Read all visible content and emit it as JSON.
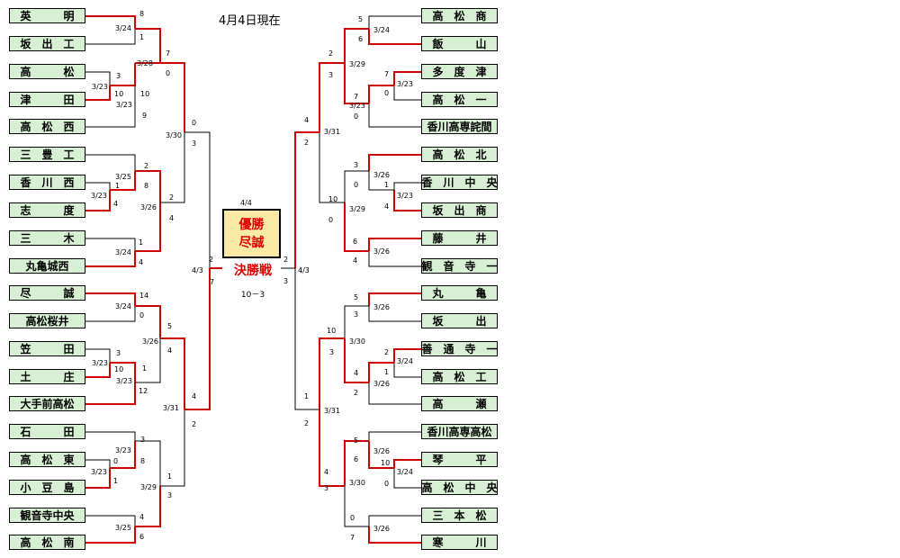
{
  "title": "4月4日現在",
  "champion": {
    "line1": "優勝",
    "line2": "尽誠"
  },
  "final": {
    "label": "決勝戦",
    "score": "10－3",
    "date": "4/4"
  },
  "colors": {
    "winner": "#d00000",
    "loser": "#000000",
    "team_bg": "#d7f0d3",
    "champ_bg": "#fbeaa6"
  },
  "left_teams": [
    "英　　　明",
    "坂　出　工",
    "高　　　松",
    "津　　　田",
    "高　松　西",
    "三　豊　工",
    "香　川　西",
    "志　　　度",
    "三　　　木",
    "丸亀城西",
    "尽　　　誠",
    "高松桜井",
    "笠　　　田",
    "土　　　庄",
    "大手前高松",
    "石　　　田",
    "高　松　東",
    "小　豆　島",
    "観音寺中央",
    "高　松　南"
  ],
  "right_teams": [
    "高　松　商",
    "飯　　　山",
    "多　度　津",
    "高　松　一",
    "香川高専詫間",
    "高　松　北",
    "香　川　中　央",
    "坂　出　商",
    "藤　　　井",
    "観　音　寺　一",
    "丸　　　亀",
    "坂　　　出",
    "善　通　寺　一",
    "高　松　工",
    "高　　　瀬",
    "香川高専高松",
    "琴　　　平",
    "高　松　中　央",
    "三　本　松",
    "寒　　　川"
  ],
  "left_labels": [
    {
      "t": "8",
      "r": "a"
    },
    {
      "t": "3/24",
      "r": "b"
    },
    {
      "t": "1",
      "r": "c"
    },
    {
      "t": "3",
      "r": "d"
    },
    {
      "t": "3/23",
      "r": "e"
    },
    {
      "t": "10",
      "r": "f"
    },
    {
      "t": "10",
      "r": "g"
    },
    {
      "t": "3/23",
      "r": "h"
    },
    {
      "t": "9",
      "r": "i"
    },
    {
      "t": "7",
      "r": "j"
    },
    {
      "t": "3/28",
      "r": "k"
    },
    {
      "t": "0",
      "r": "l"
    },
    {
      "t": "0",
      "r": "m"
    },
    {
      "t": "3/30",
      "r": "n"
    },
    {
      "t": "3",
      "r": "o"
    },
    {
      "t": "2",
      "r": "p"
    },
    {
      "t": "3/25",
      "r": "q"
    },
    {
      "t": "8",
      "r": "r"
    },
    {
      "t": "1",
      "r": "s"
    },
    {
      "t": "3/23",
      "r": "t"
    },
    {
      "t": "4",
      "r": "u"
    },
    {
      "t": "2",
      "r": "v"
    },
    {
      "t": "3/26",
      "r": "w"
    },
    {
      "t": "4",
      "r": "x"
    },
    {
      "t": "1",
      "r": "y"
    },
    {
      "t": "3/24",
      "r": "z"
    },
    {
      "t": "4",
      "r": "aa"
    },
    {
      "t": "2",
      "r": "ab"
    },
    {
      "t": "4/3",
      "r": "ac"
    },
    {
      "t": "7",
      "r": "ad"
    },
    {
      "t": "14",
      "r": "ae"
    },
    {
      "t": "3/24",
      "r": "af"
    },
    {
      "t": "0",
      "r": "ag"
    },
    {
      "t": "3",
      "r": "ah"
    },
    {
      "t": "3/23",
      "r": "ai"
    },
    {
      "t": "10",
      "r": "aj"
    },
    {
      "t": "1",
      "r": "ak"
    },
    {
      "t": "3/23",
      "r": "al"
    },
    {
      "t": "12",
      "r": "am"
    },
    {
      "t": "5",
      "r": "an"
    },
    {
      "t": "3/26",
      "r": "ao"
    },
    {
      "t": "4",
      "r": "ap"
    },
    {
      "t": "4",
      "r": "aq"
    },
    {
      "t": "3/31",
      "r": "ar"
    },
    {
      "t": "2",
      "r": "as"
    },
    {
      "t": "3",
      "r": "at"
    },
    {
      "t": "3/23",
      "r": "au"
    },
    {
      "t": "8",
      "r": "av"
    },
    {
      "t": "0",
      "r": "aw"
    },
    {
      "t": "3/23",
      "r": "ax"
    },
    {
      "t": "1",
      "r": "ay"
    },
    {
      "t": "1",
      "r": "az"
    },
    {
      "t": "3/29",
      "r": "ba"
    },
    {
      "t": "3",
      "r": "bb"
    },
    {
      "t": "4",
      "r": "bc"
    },
    {
      "t": "3/25",
      "r": "bd"
    },
    {
      "t": "6",
      "r": "be"
    }
  ],
  "right_labels": [
    {
      "t": "5"
    },
    {
      "t": "3/24"
    },
    {
      "t": "6"
    },
    {
      "t": "7"
    },
    {
      "t": "3/23"
    },
    {
      "t": "0"
    },
    {
      "t": "7"
    },
    {
      "t": "3/23"
    },
    {
      "t": "0"
    },
    {
      "t": "2"
    },
    {
      "t": "3/29"
    },
    {
      "t": "3"
    },
    {
      "t": "4"
    },
    {
      "t": "3/31"
    },
    {
      "t": "2"
    },
    {
      "t": "3"
    },
    {
      "t": "3/26"
    },
    {
      "t": "0"
    },
    {
      "t": "1"
    },
    {
      "t": "3/23"
    },
    {
      "t": "4"
    },
    {
      "t": "10"
    },
    {
      "t": "3/29"
    },
    {
      "t": "0"
    },
    {
      "t": "6"
    },
    {
      "t": "3/26"
    },
    {
      "t": "4"
    },
    {
      "t": "2"
    },
    {
      "t": "4/3"
    },
    {
      "t": "3"
    },
    {
      "t": "5"
    },
    {
      "t": "3/26"
    },
    {
      "t": "3"
    },
    {
      "t": "2"
    },
    {
      "t": "3/24"
    },
    {
      "t": "1"
    },
    {
      "t": "4"
    },
    {
      "t": "3/26"
    },
    {
      "t": "2"
    },
    {
      "t": "10"
    },
    {
      "t": "3/30"
    },
    {
      "t": "3"
    },
    {
      "t": "1"
    },
    {
      "t": "3/31"
    },
    {
      "t": "2"
    },
    {
      "t": "5"
    },
    {
      "t": "3/26"
    },
    {
      "t": "6"
    },
    {
      "t": "10"
    },
    {
      "t": "3/24"
    },
    {
      "t": "0"
    },
    {
      "t": "4"
    },
    {
      "t": "3/30"
    },
    {
      "t": "3"
    },
    {
      "t": "0"
    },
    {
      "t": "3/26"
    },
    {
      "t": "7"
    }
  ]
}
